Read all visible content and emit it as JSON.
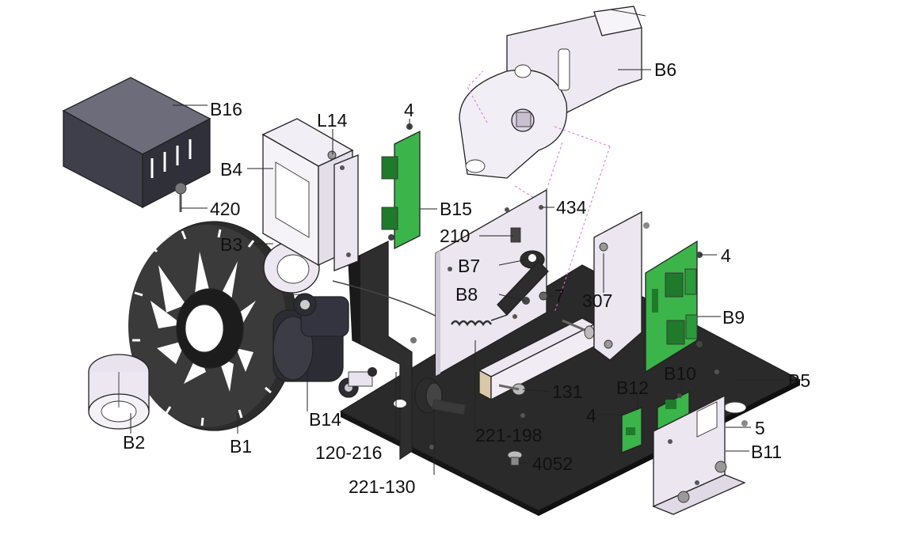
{
  "diagram": {
    "colors": {
      "plate": "#2a2a2a",
      "pcb": "#3bb44a",
      "pcb_dark": "#1f7a2b",
      "housing": "#3a3a46",
      "light_part": "#eeeaf2",
      "sheet": "#e8e2ec",
      "pink_dash": "#e070e0"
    },
    "labels": {
      "B1": "B1",
      "B2": "B2",
      "B3": "B3",
      "B4": "B4",
      "B5": "B5",
      "B6": "B6",
      "B7": "B7",
      "B8": "B8",
      "B9": "B9",
      "B10": "B10",
      "B11": "B11",
      "B12": "B12",
      "B14": "B14",
      "B15": "B15",
      "B16": "B16",
      "L14": "L14",
      "n4_top": "4",
      "n4_right": "4",
      "n4_bottom": "4",
      "n420": "420",
      "n434": "434",
      "n210": "210",
      "n7": "7",
      "n307": "307",
      "n131": "131",
      "n5": "5",
      "n4052": "4052",
      "n120_216": "120-216",
      "n221_130": "221-130",
      "n221_198": "221-198"
    }
  }
}
